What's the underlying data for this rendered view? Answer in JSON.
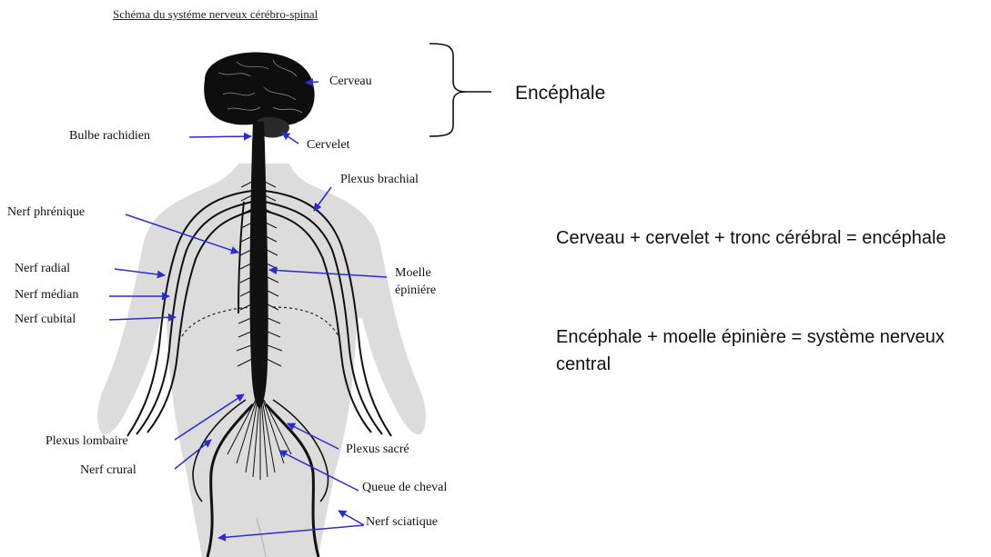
{
  "title": "Schéma du systéme nerveux cérébro-spinal",
  "labels": {
    "cerveau": "Cerveau",
    "cervelet": "Cervelet",
    "bulbe": "Bulbe rachidien",
    "plexus_brachial": "Plexus brachial",
    "nerf_phrenique": "Nerf phrénique",
    "nerf_radial": "Nerf radial",
    "nerf_median": "Nerf médian",
    "nerf_cubital": "Nerf cubital",
    "moelle_line1": "Moelle",
    "moelle_line2": "épiniére",
    "plexus_lombaire": "Plexus lombaire",
    "nerf_crural": "Nerf crural",
    "plexus_sacre": "Plexus sacré",
    "queue_cheval": "Queue de cheval",
    "nerf_sciatique": "Nerf sciatique"
  },
  "encephale": "Encéphale",
  "equation1": "Cerveau + cervelet + tronc cérébral = encéphale",
  "equation2": "Encéphale + moelle épinière = système nerveux central",
  "colors": {
    "arrow": "#2a2ad6",
    "body": "#dcdcdc",
    "nerve": "#1a1a1a"
  }
}
